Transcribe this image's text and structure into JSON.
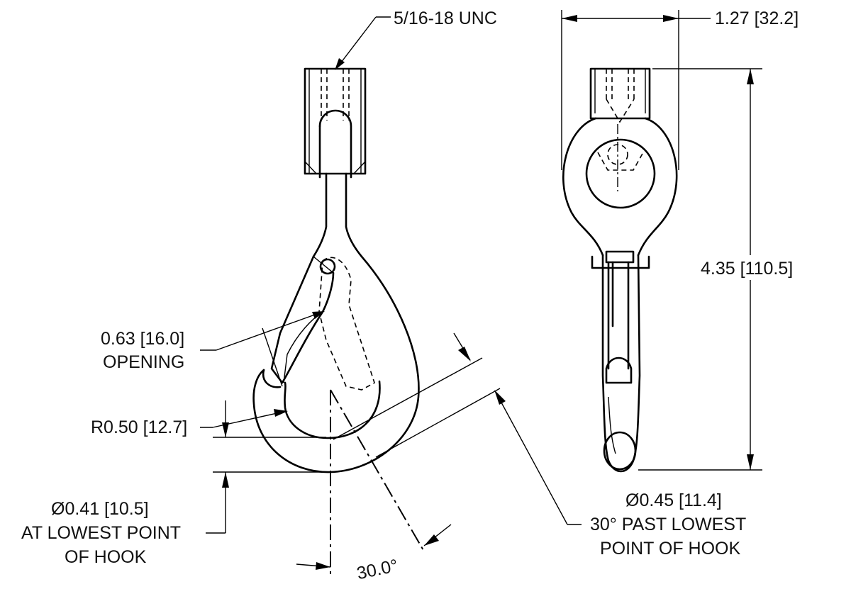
{
  "labels": {
    "thread": "5/16-18 UNC",
    "width": "1.27 [32.2]",
    "height": "4.35 [110.5]",
    "opening_value": "0.63 [16.0]",
    "opening_text": "OPENING",
    "radius": "R0.50 [12.7]",
    "dia_lowest_1": "Ø0.41 [10.5]",
    "dia_lowest_2": "AT LOWEST POINT",
    "dia_lowest_3": "OF HOOK",
    "dia_30_1": "Ø0.45 [11.4]",
    "dia_30_2": "30° PAST LOWEST",
    "dia_30_3": "POINT OF HOOK",
    "angle": "30.0°"
  }
}
